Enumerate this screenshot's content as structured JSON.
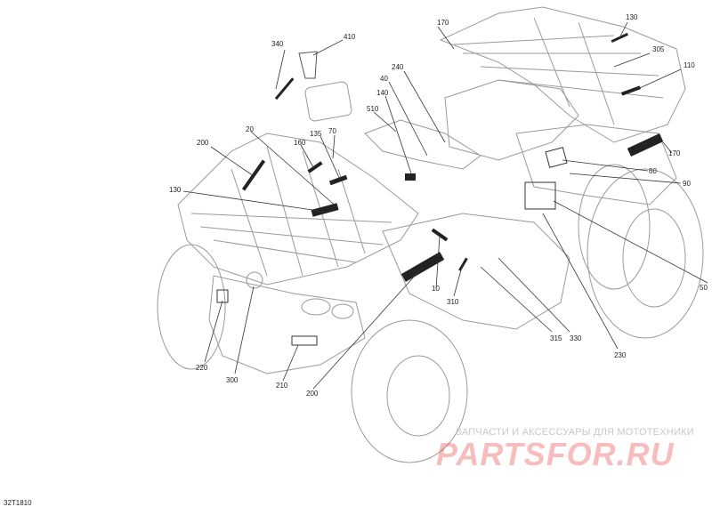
{
  "diagram": {
    "drawing_id": "32T1810",
    "callouts": [
      "340",
      "410",
      "170",
      "130",
      "305",
      "110",
      "240",
      "40",
      "140",
      "510",
      "70",
      "135",
      "160",
      "20",
      "200",
      "130",
      "60",
      "90",
      "170",
      "10",
      "310",
      "50",
      "220",
      "300",
      "210",
      "200",
      "315",
      "330",
      "230"
    ]
  },
  "watermark": {
    "tagline": "ЗАПЧАСТИ И АКСЕССУАРЫ ДЛЯ МОТОТЕХНИКИ",
    "brand": "PARTSFOR.RU",
    "color": "#e84040"
  }
}
